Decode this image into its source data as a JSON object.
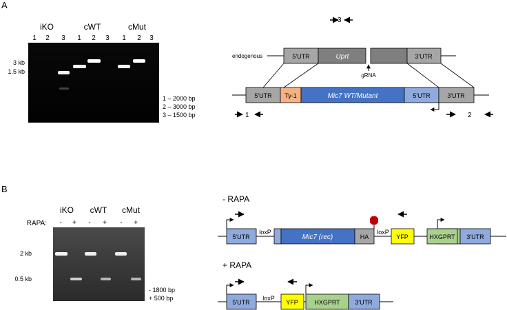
{
  "panel_a": {
    "letter": "A",
    "gel": {
      "groups": [
        "iKO",
        "cWT",
        "cMut"
      ],
      "lanes": [
        "1",
        "2",
        "3",
        "1",
        "2",
        "3",
        "1",
        "2",
        "3"
      ],
      "markers": [
        "3 kb",
        "1.5 kb"
      ],
      "legend": [
        "1 – 2000 bp",
        "2 – 3000 bp",
        "3 – 1500 bp"
      ]
    },
    "diagram": {
      "endogenous_label": "endogenous",
      "utr5": "5'UTR",
      "uprt": "Uprt",
      "utr3": "3'UTR",
      "grna": "gRNA",
      "primer_top": "3",
      "ty1": "Ty-1",
      "mic7": "Mic7 WT/Mutant",
      "primer_left": "1",
      "primer_right": "2"
    }
  },
  "panel_b": {
    "letter": "B",
    "gel": {
      "groups": [
        "iKO",
        "cWT",
        "cMut"
      ],
      "rapa_label": "RAPA:",
      "signs": [
        "-",
        "+",
        "-",
        "+",
        "-",
        "+"
      ],
      "markers": [
        "2 kb",
        "0.5 kb"
      ],
      "legend": [
        "-  1800 bp",
        "+  500 bp"
      ]
    },
    "minus": {
      "title": "- RAPA",
      "utr5": "5'UTR",
      "loxp1": "loxP",
      "mic7": "Mic7 (rec)",
      "ha": "HA",
      "loxp2": "loxP",
      "yfp": "YFP",
      "hxgprt": "HXGPRT",
      "utr3": "3'UTR"
    },
    "plus": {
      "title": "+ RAPA",
      "utr5": "5'UTR",
      "loxp": "loxP",
      "yfp": "YFP",
      "hxgprt": "HXGPRT",
      "utr3": "3'UTR"
    }
  },
  "colors": {
    "gray_box": "#a6a6a6",
    "dark_gray_box": "#7f7f7f",
    "blue_box": "#4472c4",
    "light_blue_box": "#8faadc",
    "orange_box": "#f4b183",
    "yellow_box": "#ffff00",
    "green_box": "#a9d18e",
    "stop_red": "#c00000"
  }
}
